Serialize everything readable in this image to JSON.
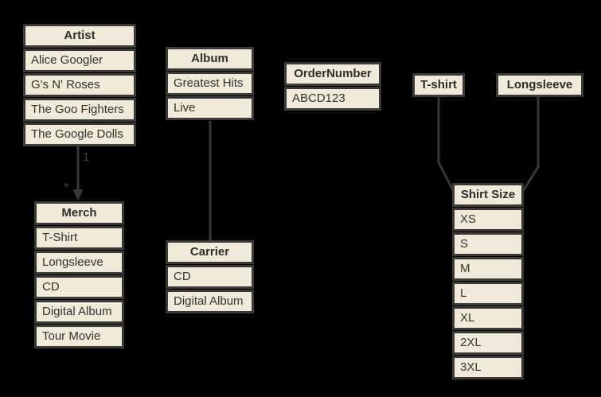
{
  "colors": {
    "background": "#000000",
    "node_fill": "#f0ead8",
    "node_border": "#3a3936",
    "node_text": "#33322e",
    "edge": "#3a3936",
    "edge_label": "#45433f"
  },
  "tables": {
    "artist": {
      "title": "Artist",
      "rows": [
        "Alice Googler",
        "G's N' Roses",
        "The Goo Fighters",
        "The Google Dolls"
      ]
    },
    "merch": {
      "title": "Merch",
      "rows": [
        "T-Shirt",
        "Longsleeve",
        "CD",
        "Digital Album",
        "Tour Movie"
      ]
    },
    "album": {
      "title": "Album",
      "rows": [
        "Greatest Hits",
        "Live"
      ]
    },
    "carrier": {
      "title": "Carrier",
      "rows": [
        "CD",
        "Digital Album"
      ]
    },
    "order_number": {
      "title": "OrderNumber",
      "rows": [
        "ABCD123"
      ]
    },
    "tshirt": {
      "title": "T-shirt",
      "rows": []
    },
    "longsleeve": {
      "title": "Longsleeve",
      "rows": []
    },
    "shirt_size": {
      "title": "Shirt Size",
      "rows": [
        "XS",
        "S",
        "M",
        "L",
        "XL",
        "2XL",
        "3XL"
      ]
    }
  },
  "edges": {
    "artist_merch": {
      "from": "Artist",
      "to": "Merch",
      "source_label": "1",
      "target_label": "*"
    },
    "album_carrier": {
      "from": "Album",
      "to": "Carrier"
    },
    "tshirt_shirtsize": {
      "from": "T-shirt",
      "to": "Shirt Size"
    },
    "longsleeve_shirtsize": {
      "from": "Longsleeve",
      "to": "Shirt Size"
    }
  }
}
